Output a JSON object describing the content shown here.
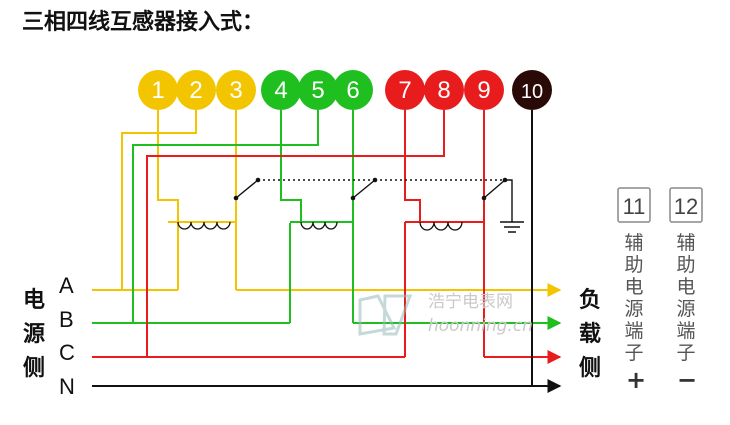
{
  "title": "三相四线互感器接入式：",
  "terminals": [
    {
      "num": "1",
      "color": "#f2c500"
    },
    {
      "num": "2",
      "color": "#f2c500"
    },
    {
      "num": "3",
      "color": "#f2c500"
    },
    {
      "num": "4",
      "color": "#1fbf1f"
    },
    {
      "num": "5",
      "color": "#1fbf1f"
    },
    {
      "num": "6",
      "color": "#1fbf1f"
    },
    {
      "num": "7",
      "color": "#e81c1c"
    },
    {
      "num": "8",
      "color": "#e81c1c"
    },
    {
      "num": "9",
      "color": "#e81c1c"
    },
    {
      "num": "10",
      "color": "#2a0a06"
    }
  ],
  "phases": [
    {
      "label": "A",
      "color": "#f2c500"
    },
    {
      "label": "B",
      "color": "#1fbf1f"
    },
    {
      "label": "C",
      "color": "#e81c1c"
    },
    {
      "label": "N",
      "color": "#111111"
    }
  ],
  "source_label": [
    "电",
    "源",
    "侧"
  ],
  "load_label": [
    "负",
    "载",
    "侧"
  ],
  "aux": [
    {
      "num": "11",
      "text": [
        "辅",
        "助",
        "电",
        "源",
        "端",
        "子"
      ],
      "sign": "+"
    },
    {
      "num": "12",
      "text": [
        "辅",
        "助",
        "电",
        "源",
        "端",
        "子"
      ],
      "sign": "−"
    }
  ],
  "watermark": {
    "brand": "浩宁电表网",
    "url": "hoonning.cn"
  }
}
